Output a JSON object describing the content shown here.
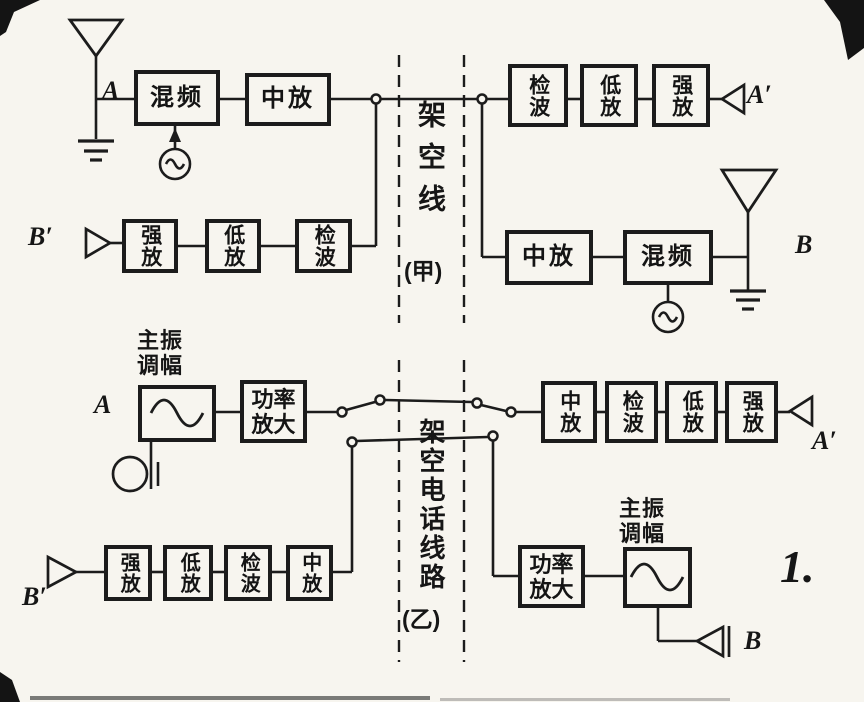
{
  "figure": {
    "number": "1."
  },
  "terminals": {
    "a": "A",
    "a_prime": "A′",
    "b": "B",
    "b_prime": "B′"
  },
  "top": {
    "left_tx_chain": [
      "混频",
      "中放"
    ],
    "left_rx_chain": [
      "强放",
      "低放",
      "检波"
    ],
    "right_rx_chain": [
      "检波",
      "低放",
      "强放"
    ],
    "right_tx_chain": [
      "中放",
      "混频"
    ],
    "line_label": "架空线",
    "line_tag": "(甲)"
  },
  "bottom": {
    "left_osc_label": [
      "主振",
      "调幅"
    ],
    "left_tx_pa": "功率放大",
    "left_rx_chain": [
      "强放",
      "低放",
      "检波",
      "中放"
    ],
    "right_rx_chain": [
      "中放",
      "检波",
      "低放",
      "强放"
    ],
    "right_tx_pa": "功率放大",
    "right_osc_label": [
      "主振",
      "调幅"
    ],
    "line_label": "架空电话线路",
    "line_tag": "(乙)"
  }
}
